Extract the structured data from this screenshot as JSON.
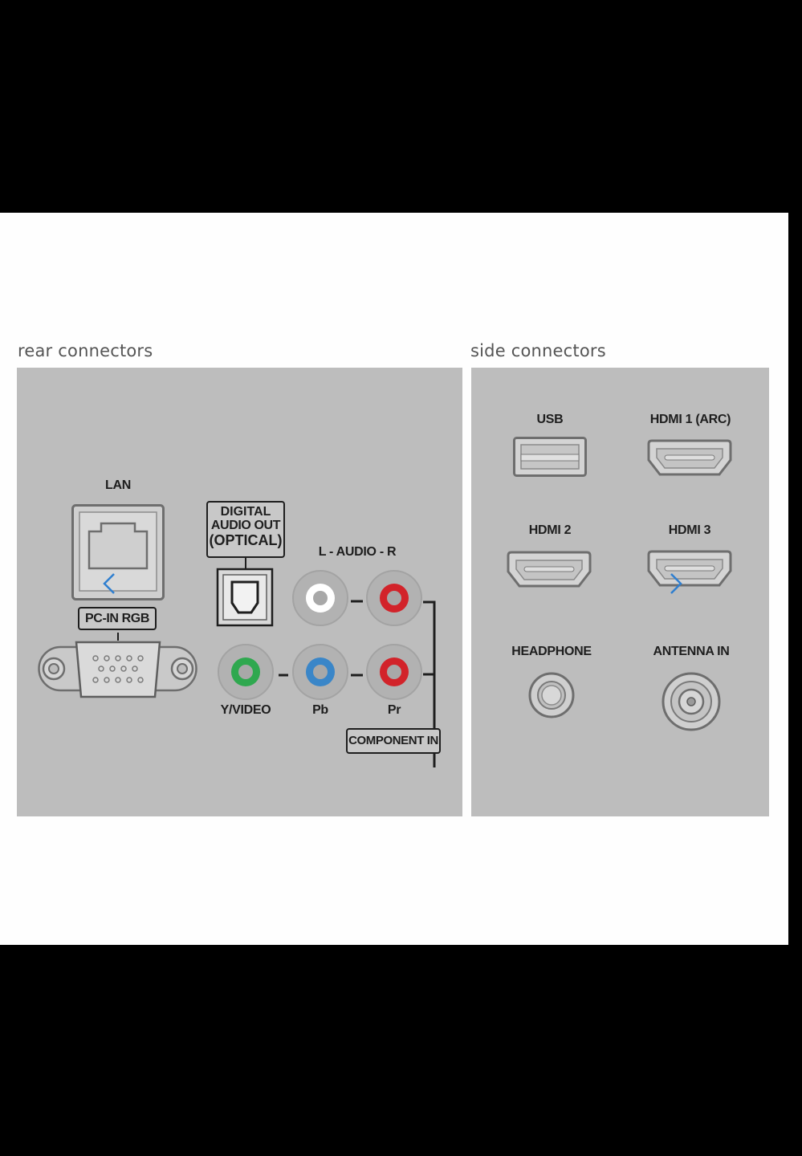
{
  "sections": {
    "rear_title": "rear connectors",
    "side_title": "side connectors"
  },
  "rear": {
    "lan": "LAN",
    "pc_in_rgb": "PC-IN RGB",
    "digital_audio_out": [
      "DIGITAL",
      "AUDIO OUT",
      "(OPTICAL)"
    ],
    "audio_lr": "L - AUDIO - R",
    "y_video": "Y/VIDEO",
    "pb": "Pb",
    "pr": "Pr",
    "component_in": "COMPONENT IN"
  },
  "side": {
    "usb": "USB",
    "hdmi1": "HDMI 1 (ARC)",
    "hdmi2": "HDMI 2",
    "hdmi3": "HDMI 3",
    "headphone": "HEADPHONE",
    "antenna_in": "ANTENNA IN"
  },
  "colors": {
    "panel": "#bdbdbd",
    "jack_white": "#ffffff",
    "jack_red": "#d2232a",
    "jack_green": "#2fa84f",
    "jack_blue": "#3a86c8",
    "nav_arrow": "#2f7fd0"
  },
  "icons": {
    "prev": "chevron-left-icon",
    "next": "chevron-right-icon"
  }
}
